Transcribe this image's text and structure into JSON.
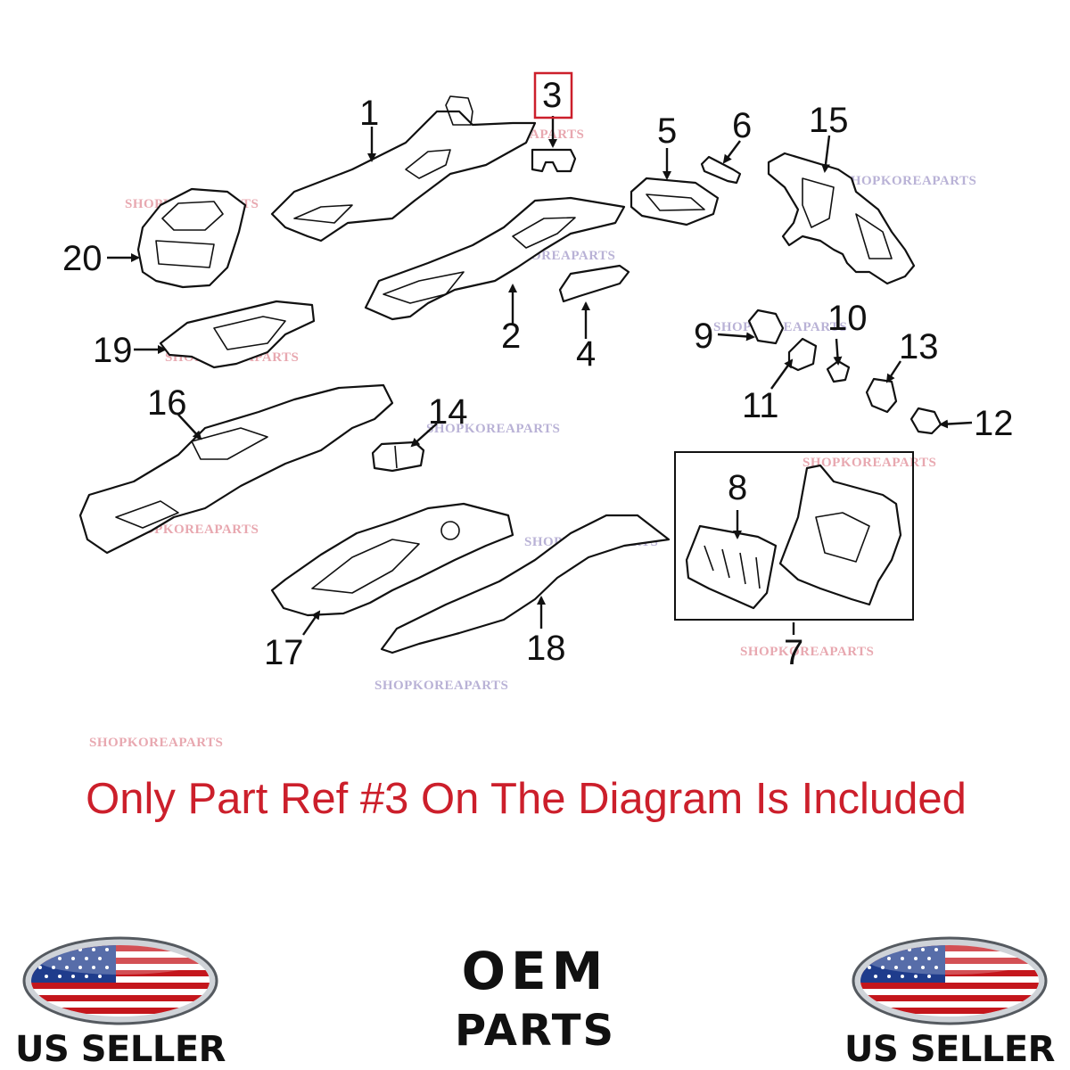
{
  "diagram": {
    "part_numbers": [
      "1",
      "2",
      "3",
      "4",
      "5",
      "6",
      "7",
      "8",
      "9",
      "10",
      "11",
      "12",
      "13",
      "14",
      "15",
      "16",
      "17",
      "18",
      "19",
      "20"
    ],
    "highlighted_part": "3",
    "highlight_color": "#cc1f2b",
    "watermark_text": "SHOPKOREAPARTS",
    "watermark_colors": [
      "#e8a8b0",
      "#b9b2d6"
    ]
  },
  "notice": {
    "text": "Only Part Ref #3 On The Diagram Is Included",
    "color": "#cc1f2b"
  },
  "badges": {
    "left_label": "US SELLER",
    "right_label": "US SELLER",
    "flag_icon": "us-flag-oval-icon"
  },
  "oem": {
    "line1": "OEM",
    "line2": "PARTS"
  }
}
